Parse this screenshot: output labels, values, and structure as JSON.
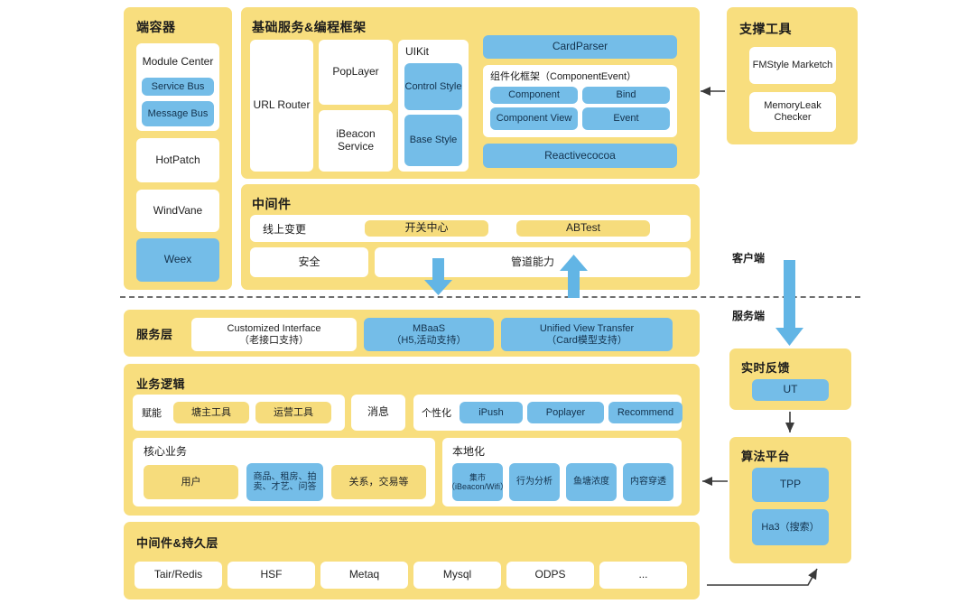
{
  "diagram": {
    "title_client_side": "客户端",
    "title_server_side": "服务端"
  },
  "containers_panel": {
    "title": "端容器",
    "items": [
      {
        "label": "Module Center",
        "style": "white"
      },
      {
        "label": "Service Bus",
        "style": "blue"
      },
      {
        "label": "Message Bus",
        "style": "blue"
      },
      {
        "label": "HotPatch",
        "style": "white"
      },
      {
        "label": "WindVane",
        "style": "white"
      },
      {
        "label": "Weex",
        "style": "blue"
      }
    ]
  },
  "base_services_panel": {
    "title": "基础服务&编程框架",
    "url_router": "URL Router",
    "poplayer": "PopLayer",
    "ibeacon": "iBeacon Service",
    "uikit": {
      "title": "UIKit",
      "items": [
        "Control Style",
        "Base Style"
      ]
    },
    "cardparser": "CardParser",
    "component_framework": {
      "title": "组件化框架（ComponentEvent）",
      "items": [
        "Component",
        "Bind",
        "Component View",
        "Event"
      ]
    },
    "reactivecocoa": "Reactivecocoa"
  },
  "middleware_panel": {
    "title": "中间件",
    "row1": [
      {
        "label": "线上变更",
        "style": "white"
      },
      {
        "label": "开关中心",
        "style": "yellow"
      },
      {
        "label": "ABTest",
        "style": "yellow"
      }
    ],
    "row2": [
      {
        "label": "安全",
        "style": "white"
      },
      {
        "label": "管道能力",
        "style": "white"
      }
    ]
  },
  "support_tools_panel": {
    "title": "支撑工具",
    "items": [
      "FMStyle Marketch",
      "MemoryLeak Checker"
    ]
  },
  "service_layer_panel": {
    "title": "服务层",
    "items": [
      {
        "label": "Customized Interface（老接口支持）",
        "line1": "Customized Interface",
        "line2": "（老接口支持）",
        "style": "white"
      },
      {
        "label": "MBaaS（H5,活动支持）",
        "line1": "MBaaS",
        "line2": "（H5,活动支持）",
        "style": "blue"
      },
      {
        "label": "Unified View Transfer（Card模型支持）",
        "line1": "Unified View Transfer",
        "line2": "（Card模型支持）",
        "style": "blue"
      }
    ]
  },
  "business_logic_panel": {
    "title": "业务逻辑",
    "enable_group": {
      "label": "赋能",
      "items": [
        {
          "label": "塘主工具",
          "style": "yellow"
        },
        {
          "label": "运营工具",
          "style": "yellow"
        }
      ]
    },
    "message_box": "消息",
    "personalization_group": {
      "label": "个性化",
      "items": [
        {
          "label": "iPush",
          "style": "blue"
        },
        {
          "label": "Poplayer",
          "style": "blue"
        },
        {
          "label": "Recommend",
          "style": "blue"
        }
      ]
    },
    "core_business": {
      "title": "核心业务",
      "items": [
        {
          "label": "用户",
          "style": "yellow"
        },
        {
          "label": "商品、租房、拍卖、才艺、问答",
          "style": "blue"
        },
        {
          "label": "关系，交易等",
          "style": "yellow"
        }
      ]
    },
    "localization": {
      "title": "本地化",
      "items": [
        {
          "label": "集市（iBeacon/Wifi）",
          "style": "blue"
        },
        {
          "label": "行为分析",
          "style": "blue"
        },
        {
          "label": "鱼塘浓度",
          "style": "blue"
        },
        {
          "label": "内容穿透",
          "style": "blue"
        }
      ]
    }
  },
  "persistence_panel": {
    "title": "中间件&持久层",
    "items": [
      "Tair/Redis",
      "HSF",
      "Metaq",
      "Mysql",
      "ODPS",
      "..."
    ]
  },
  "realtime_feedback_panel": {
    "title": "实时反馈",
    "items": [
      "UT"
    ]
  },
  "algorithm_panel": {
    "title": "算法平台",
    "items": [
      "TPP",
      "Ha3（搜索）"
    ]
  },
  "colors": {
    "yellow_panel": "#f8de7e",
    "blue_box": "#74bde8",
    "yellow_box": "#f6dc7c",
    "white_box": "#ffffff",
    "arrow_blue": "#62b5e5",
    "arrow_black": "#3a3a3a",
    "divider": "#6f6f6f"
  }
}
